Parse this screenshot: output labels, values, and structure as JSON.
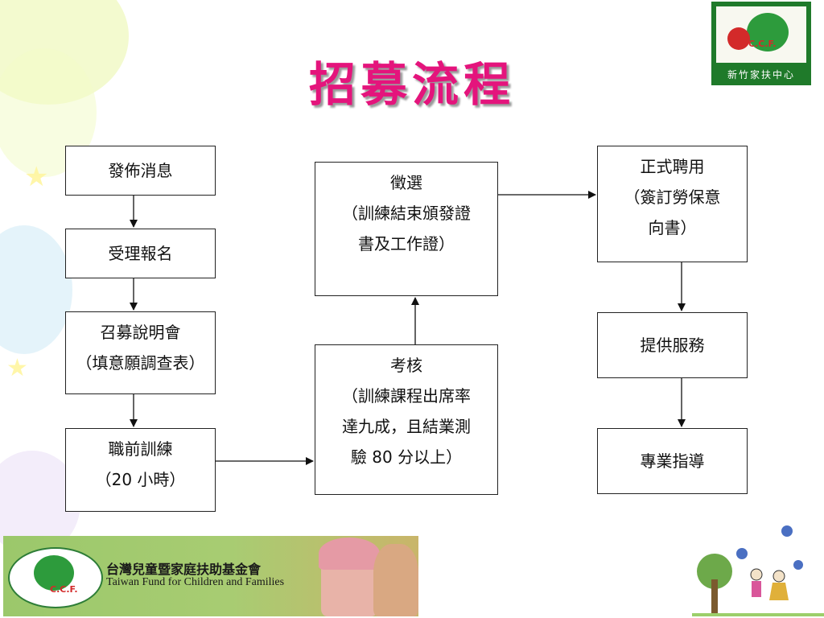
{
  "title": "招募流程",
  "logo_top_right": {
    "caption": "新竹家扶中心",
    "ccf": "C.C.F."
  },
  "boxes": {
    "publish": {
      "lines": [
        "發佈消息"
      ]
    },
    "register": {
      "lines": [
        "受理報名"
      ]
    },
    "briefing": {
      "lines": [
        "召募說明會",
        "（填意願調查表）"
      ]
    },
    "pretraining": {
      "lines": [
        "職前訓練",
        "（20 小時）"
      ]
    },
    "assessment": {
      "lines": [
        "考核",
        "（訓練課程出席率",
        "達九成，且結業測",
        "驗 80 分以上）"
      ]
    },
    "selection": {
      "lines": [
        "徵選",
        "（訓練結束頒發證",
        "書及工作證）"
      ]
    },
    "hiring": {
      "lines": [
        "正式聘用",
        "（簽訂勞保意",
        "向書）"
      ]
    },
    "service": {
      "lines": [
        "提供服務"
      ]
    },
    "guidance": {
      "lines": [
        "專業指導"
      ]
    }
  },
  "banner": {
    "ccf": "C.C.F.",
    "name_cn": "台灣兒童暨家庭扶助基金會",
    "name_en": "Taiwan Fund for Children and Families"
  },
  "colors": {
    "title": "#e4147c",
    "logo_green": "#1f7a2a",
    "brand_red": "#d32a2a"
  }
}
